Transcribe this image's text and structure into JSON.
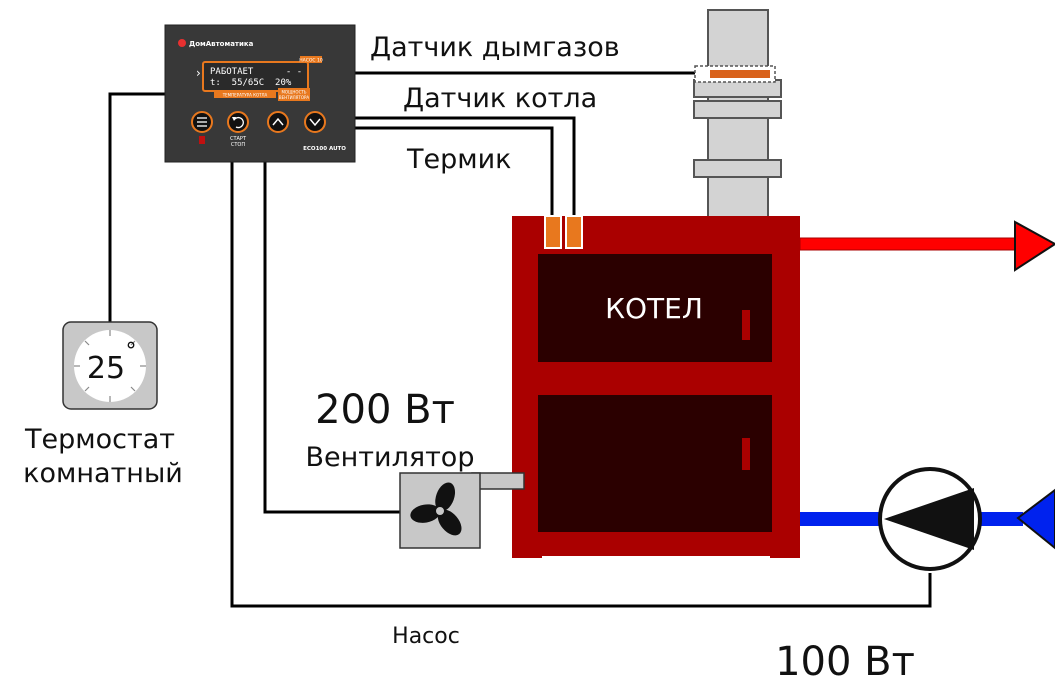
{
  "labels": {
    "flue_sensor": "Датчик дымгазов",
    "boiler_sensor": "Датчик котла",
    "thermik": "Термик",
    "boiler": "КОТЕЛ",
    "fan_power": "200 Вт",
    "fan": "Вентилятор",
    "thermostat_line1": "Термостат",
    "thermostat_line2": "комнатный",
    "pump": "Насос",
    "pump_power": "100 Вт"
  },
  "thermostat": {
    "temperature": "25",
    "degree": "°"
  },
  "controller": {
    "brand": "ДомАвтоматика",
    "display_line1": "РАБОТАЕТ      - -",
    "display_line2": "t:  55/65C  20%",
    "tag_top": "НАСОС 10",
    "tag_left": "ТЕМПЕРАТУРА КОТЛА",
    "tag_right_line1": "МОЩНОСТЬ",
    "tag_right_line2": "ВЕНТИЛЯТОРА",
    "button_caption_line1": "СТАРТ",
    "button_caption_line2": "СТОП",
    "model": "ECO100 AUTO",
    "arrow_glyph": "›"
  },
  "colors": {
    "boiler_body": "#aa0000",
    "boiler_door": "#2b0000",
    "hot_pipe": "#ff0000",
    "cold_pipe": "#0022ee",
    "controller_body": "#383838",
    "accent": "#e8781e",
    "chimney": "#d3d3d3"
  }
}
